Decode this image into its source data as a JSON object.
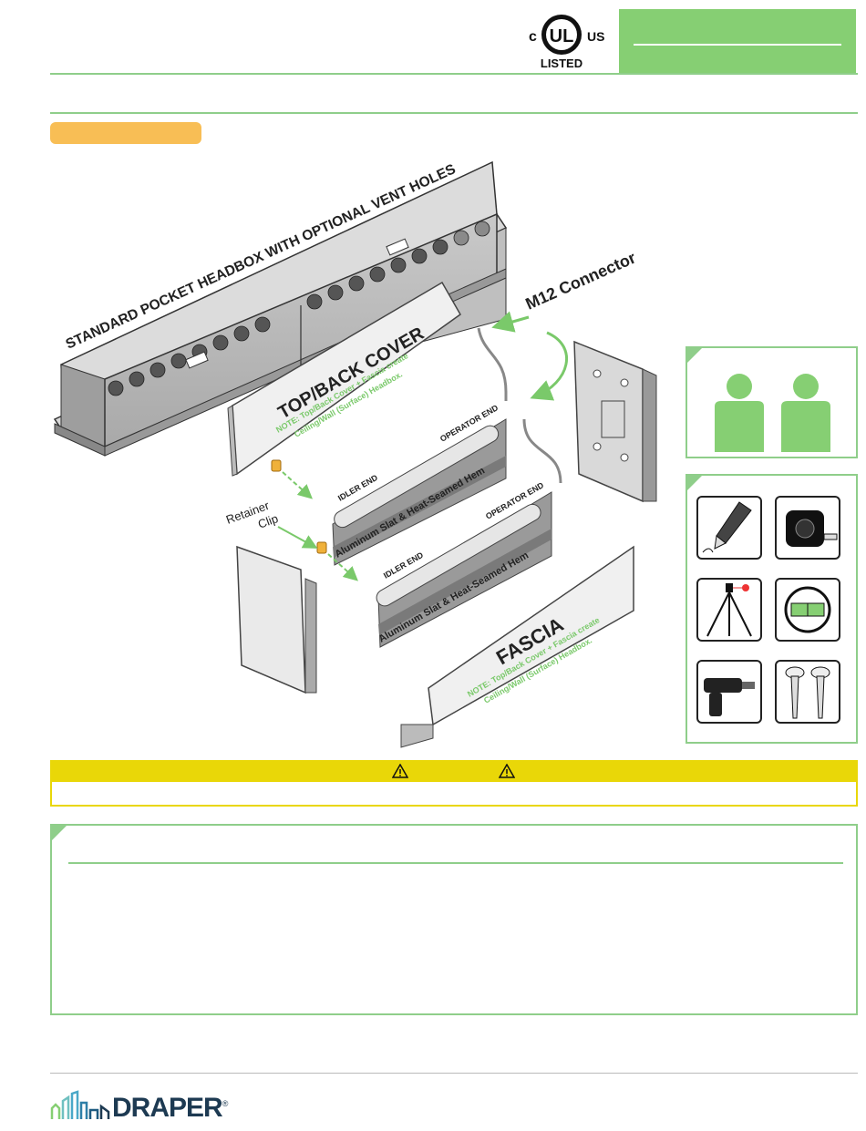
{
  "certification": {
    "c_label": "c",
    "ul_label": "UL",
    "us_label": "US",
    "listed_label": "LISTED"
  },
  "diagram": {
    "headbox_label": "STANDARD POCKET HEADBOX WITH OPTIONAL VENT HOLES",
    "m12_label": "M12 Connector",
    "top_back_title": "TOP/BACK COVER",
    "top_back_note_line1": "NOTE: Top/Back Cover + Fascia create",
    "top_back_note_line2": "Ceiling/Wall (Surface) Headbox.",
    "idler_end": "IDLER END",
    "operator_end": "OPERATOR END",
    "hem_label": "Aluminum Slat & Heat-Seamed Hem",
    "retainer_label_line1": "Retainer",
    "retainer_label_line2": "Clip",
    "fascia_title": "FASCIA",
    "fascia_note_line1": "NOTE: Top/Back Cover + Fascia create",
    "fascia_note_line2": "Ceiling/Wall (Surface) Headbox."
  },
  "brand": {
    "name": "DRAPER",
    "registered": "®"
  },
  "colors": {
    "green": "#86cf73",
    "orange": "#f8be55",
    "warning_yellow": "#e9d708",
    "logo_navy": "#1d3a52"
  },
  "icons": {
    "warning": "warning-triangle-icon",
    "installers": "two-person-icon",
    "pencil": "pencil-icon",
    "tape": "tape-measure-icon",
    "laser": "laser-level-icon",
    "level": "bubble-level-icon",
    "drill": "drill-icon",
    "screws": "screws-icon"
  }
}
